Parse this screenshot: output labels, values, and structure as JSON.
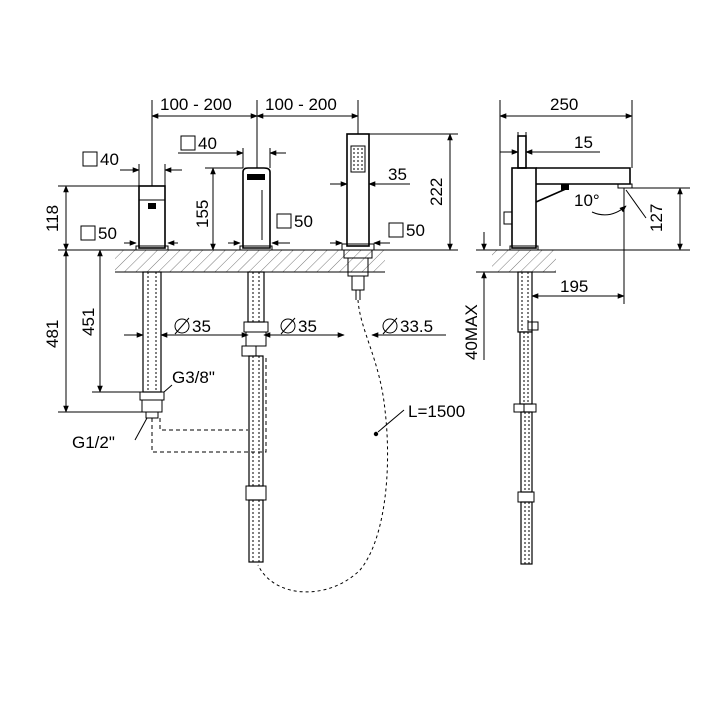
{
  "drawing": {
    "spacing_left": "100 - 200",
    "spacing_right": "100 - 200",
    "square_40_a": "40",
    "square_40_b": "40",
    "square_50_a": "50",
    "square_50_b": "50",
    "square_50_c": "50",
    "dim_118": "118",
    "dim_155": "155",
    "dim_35_top": "35",
    "dim_222": "222",
    "dim_481": "481",
    "dim_451": "451",
    "dia_35_a": "35",
    "dia_35_b": "35",
    "dia_33_5": "33.5",
    "thread_g38": "G3/8\"",
    "thread_g12": "G1/2\"",
    "hose_length": "L=1500",
    "dim_250": "250",
    "dim_15": "15",
    "angle_10": "10°",
    "dim_127": "127",
    "dim_40max": "40MAX",
    "dim_195": "195"
  },
  "colors": {
    "line": "#000000",
    "background": "#ffffff",
    "hatch": "#555555"
  }
}
